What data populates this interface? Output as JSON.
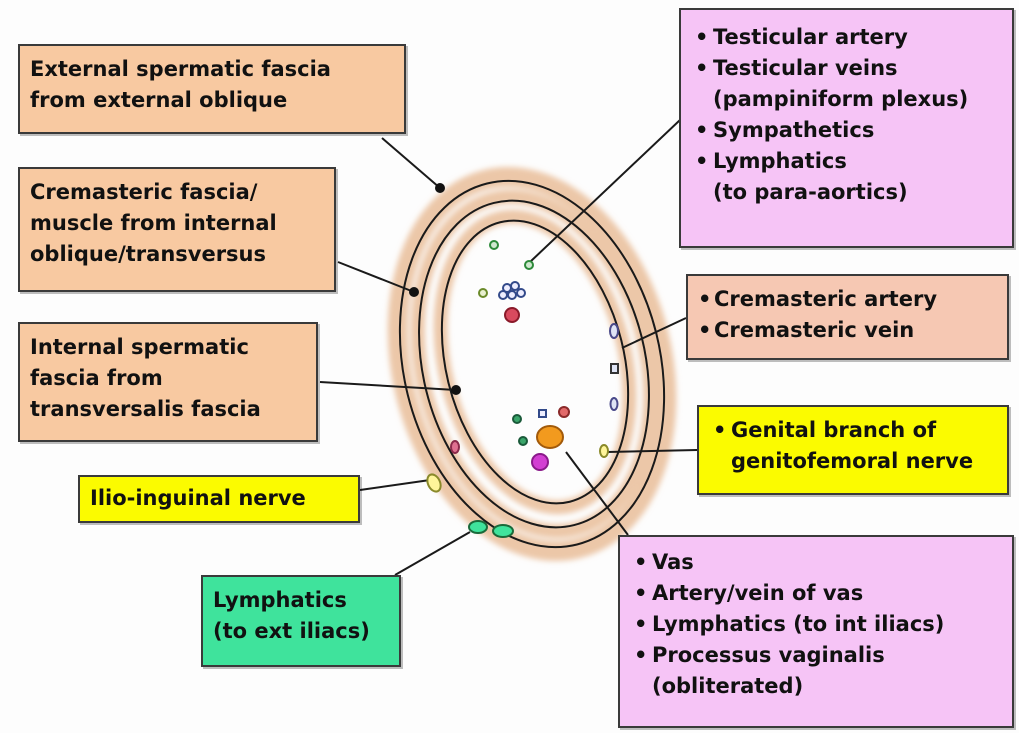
{
  "labels": {
    "external_fascia": [
      "External spermatic fascia",
      "from external oblique"
    ],
    "cremasteric_fascia": [
      "Cremasteric fascia/",
      "muscle from internal",
      "oblique/transversus"
    ],
    "internal_fascia": [
      "Internal spermatic",
      "fascia from",
      "transversalis fascia"
    ],
    "ilioinguinal": [
      "Ilio-inguinal nerve"
    ],
    "lymphatics_ext": [
      "Lymphatics",
      "(to ext iliacs)"
    ],
    "genital_branch": [
      "Genital branch of",
      "genitofemoral nerve"
    ]
  },
  "lists": {
    "testicular": [
      {
        "text": "Testicular artery"
      },
      {
        "text": "Testicular veins",
        "cont": "(pampiniform plexus)"
      },
      {
        "text": "Sympathetics"
      },
      {
        "text": "Lymphatics",
        "cont": "(to para-aortics)"
      }
    ],
    "cremasteric": [
      {
        "text": "Cremasteric artery"
      },
      {
        "text": "Cremasteric vein"
      }
    ],
    "vas": [
      {
        "text": "Vas"
      },
      {
        "text": "Artery/vein of vas"
      },
      {
        "text": "Lymphatics (to int iliacs)"
      },
      {
        "text": "Processus vaginalis",
        "cont": "(obliterated)"
      }
    ]
  },
  "colors": {
    "tan": "#f8c9a1",
    "pink": "#f6c4f6",
    "salmon": "#f6c8b3",
    "yellow": "#fbfb00",
    "green": "#3fe39c",
    "fascia_band": "#eccbb1",
    "outline": "#1a1a1a"
  }
}
